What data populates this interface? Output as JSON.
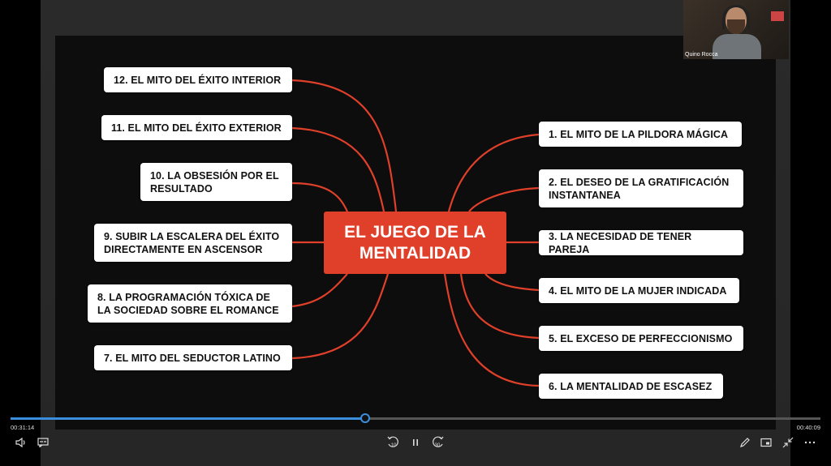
{
  "slide": {
    "center_title": "EL JUEGO DE LA MENTALIDAD",
    "left_nodes": [
      "12. EL MITO DEL ÉXITO INTERIOR",
      "11. EL MITO DEL ÉXITO EXTERIOR",
      "10. LA OBSESIÓN POR EL RESULTADO",
      "9. SUBIR LA ESCALERA DEL ÉXITO DIRECTAMENTE EN ASCENSOR",
      "8. LA PROGRAMACIÓN TÓXICA DE LA SOCIEDAD SOBRE EL ROMANCE",
      "7. EL MITO DEL SEDUCTOR LATINO"
    ],
    "right_nodes": [
      "1. EL MITO DE LA PILDORA MÁGICA",
      "2. EL DESEO DE LA GRATIFICACIÓN INSTANTANEA",
      "3. LA NECESIDAD DE TENER PAREJA",
      "4. EL MITO DE LA MUJER INDICADA",
      "5. EL EXCESO DE PERFECCIONISMO",
      "6. LA MENTALIDAD DE ESCASEZ"
    ]
  },
  "webcam": {
    "name": "Quino Rocca"
  },
  "player": {
    "current_time": "00:31:14",
    "total_time": "00:40:09",
    "progress_fraction": 0.4376,
    "accent_color": "#3b8edc",
    "controls": {
      "volume_icon": "volume-icon",
      "subtitles_icon": "subtitles-icon",
      "rewind_label": "10",
      "forward_label": "30",
      "play_pause_icon": "pause-icon",
      "edit_icon": "pen-icon",
      "miniplayer_icon": "miniplayer-icon",
      "exit_fullscreen_icon": "exit-fullscreen-icon",
      "more_icon": "more-icon"
    }
  }
}
